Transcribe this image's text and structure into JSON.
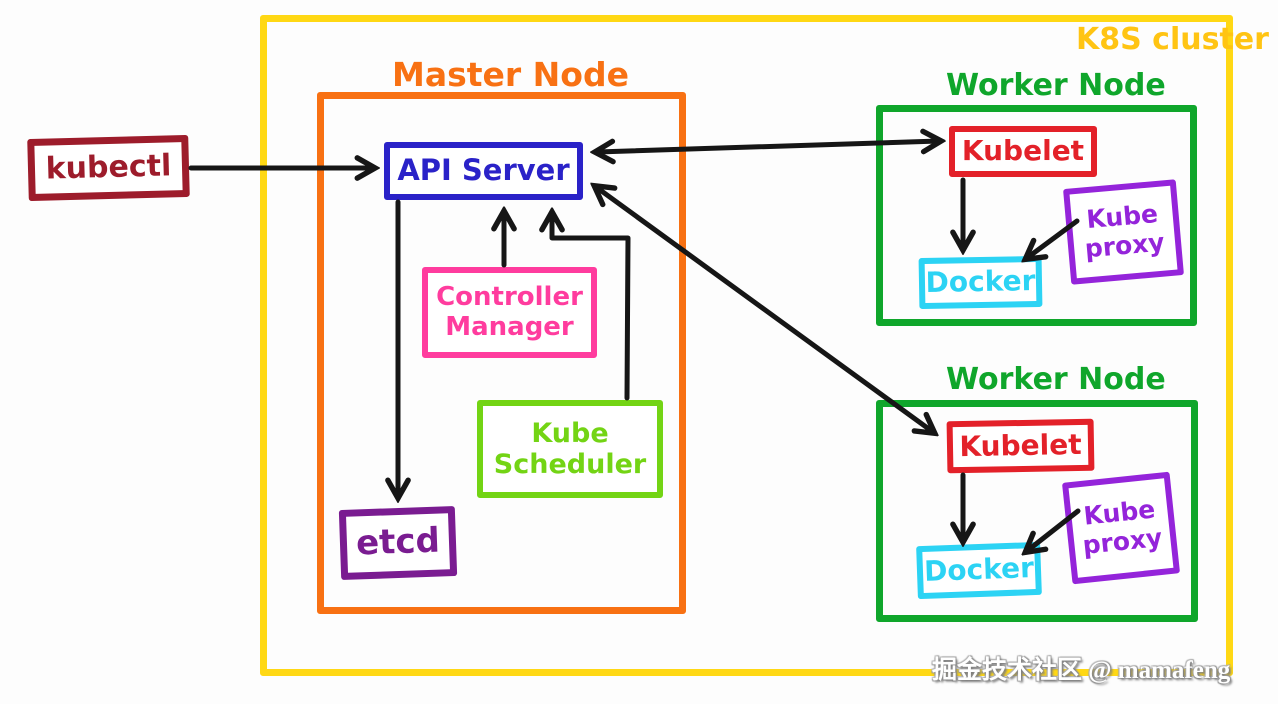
{
  "cluster": {
    "label": "K8S cluster"
  },
  "kubectl": {
    "label": "kubectl"
  },
  "master": {
    "label": "Master Node",
    "api_server": "API Server",
    "controller_manager": "Controller Manager",
    "kube_scheduler": "Kube Scheduler",
    "etcd": "etcd"
  },
  "workers": [
    {
      "label": "Worker Node",
      "kubelet": "Kubelet",
      "kube_proxy": "Kube proxy",
      "docker": "Docker"
    },
    {
      "label": "Worker Node",
      "kubelet": "Kubelet",
      "kube_proxy": "Kube proxy",
      "docker": "Docker"
    }
  ],
  "edges": [
    "kubectl -> api-server",
    "api-server <-> worker1-kubelet",
    "api-server <-> worker2-kubelet",
    "controller-manager -> api-server",
    "kube-scheduler -> api-server",
    "api-server -> etcd",
    "worker1-kubelet -> worker1-docker",
    "worker1-kube-proxy -> worker1-docker",
    "worker2-kubelet -> worker2-docker",
    "worker2-kube-proxy -> worker2-docker"
  ],
  "watermark": {
    "text": "掘金技术社区 @ mamafeng"
  },
  "colors": {
    "cluster-border": "#FFD814",
    "cluster-label": "#FFC413",
    "master": "#F87113",
    "worker": "#0FA62B",
    "api": "#2A22C8",
    "controller": "#FF3C9E",
    "scheduler": "#73D414",
    "etcd": "#7A1C91",
    "kubectl": "#9D1C2B",
    "kubelet": "#E32129",
    "proxy": "#9424DA",
    "docker": "#2CD3F4",
    "arrow": "#161616",
    "watermark": "#FFFFFF"
  }
}
